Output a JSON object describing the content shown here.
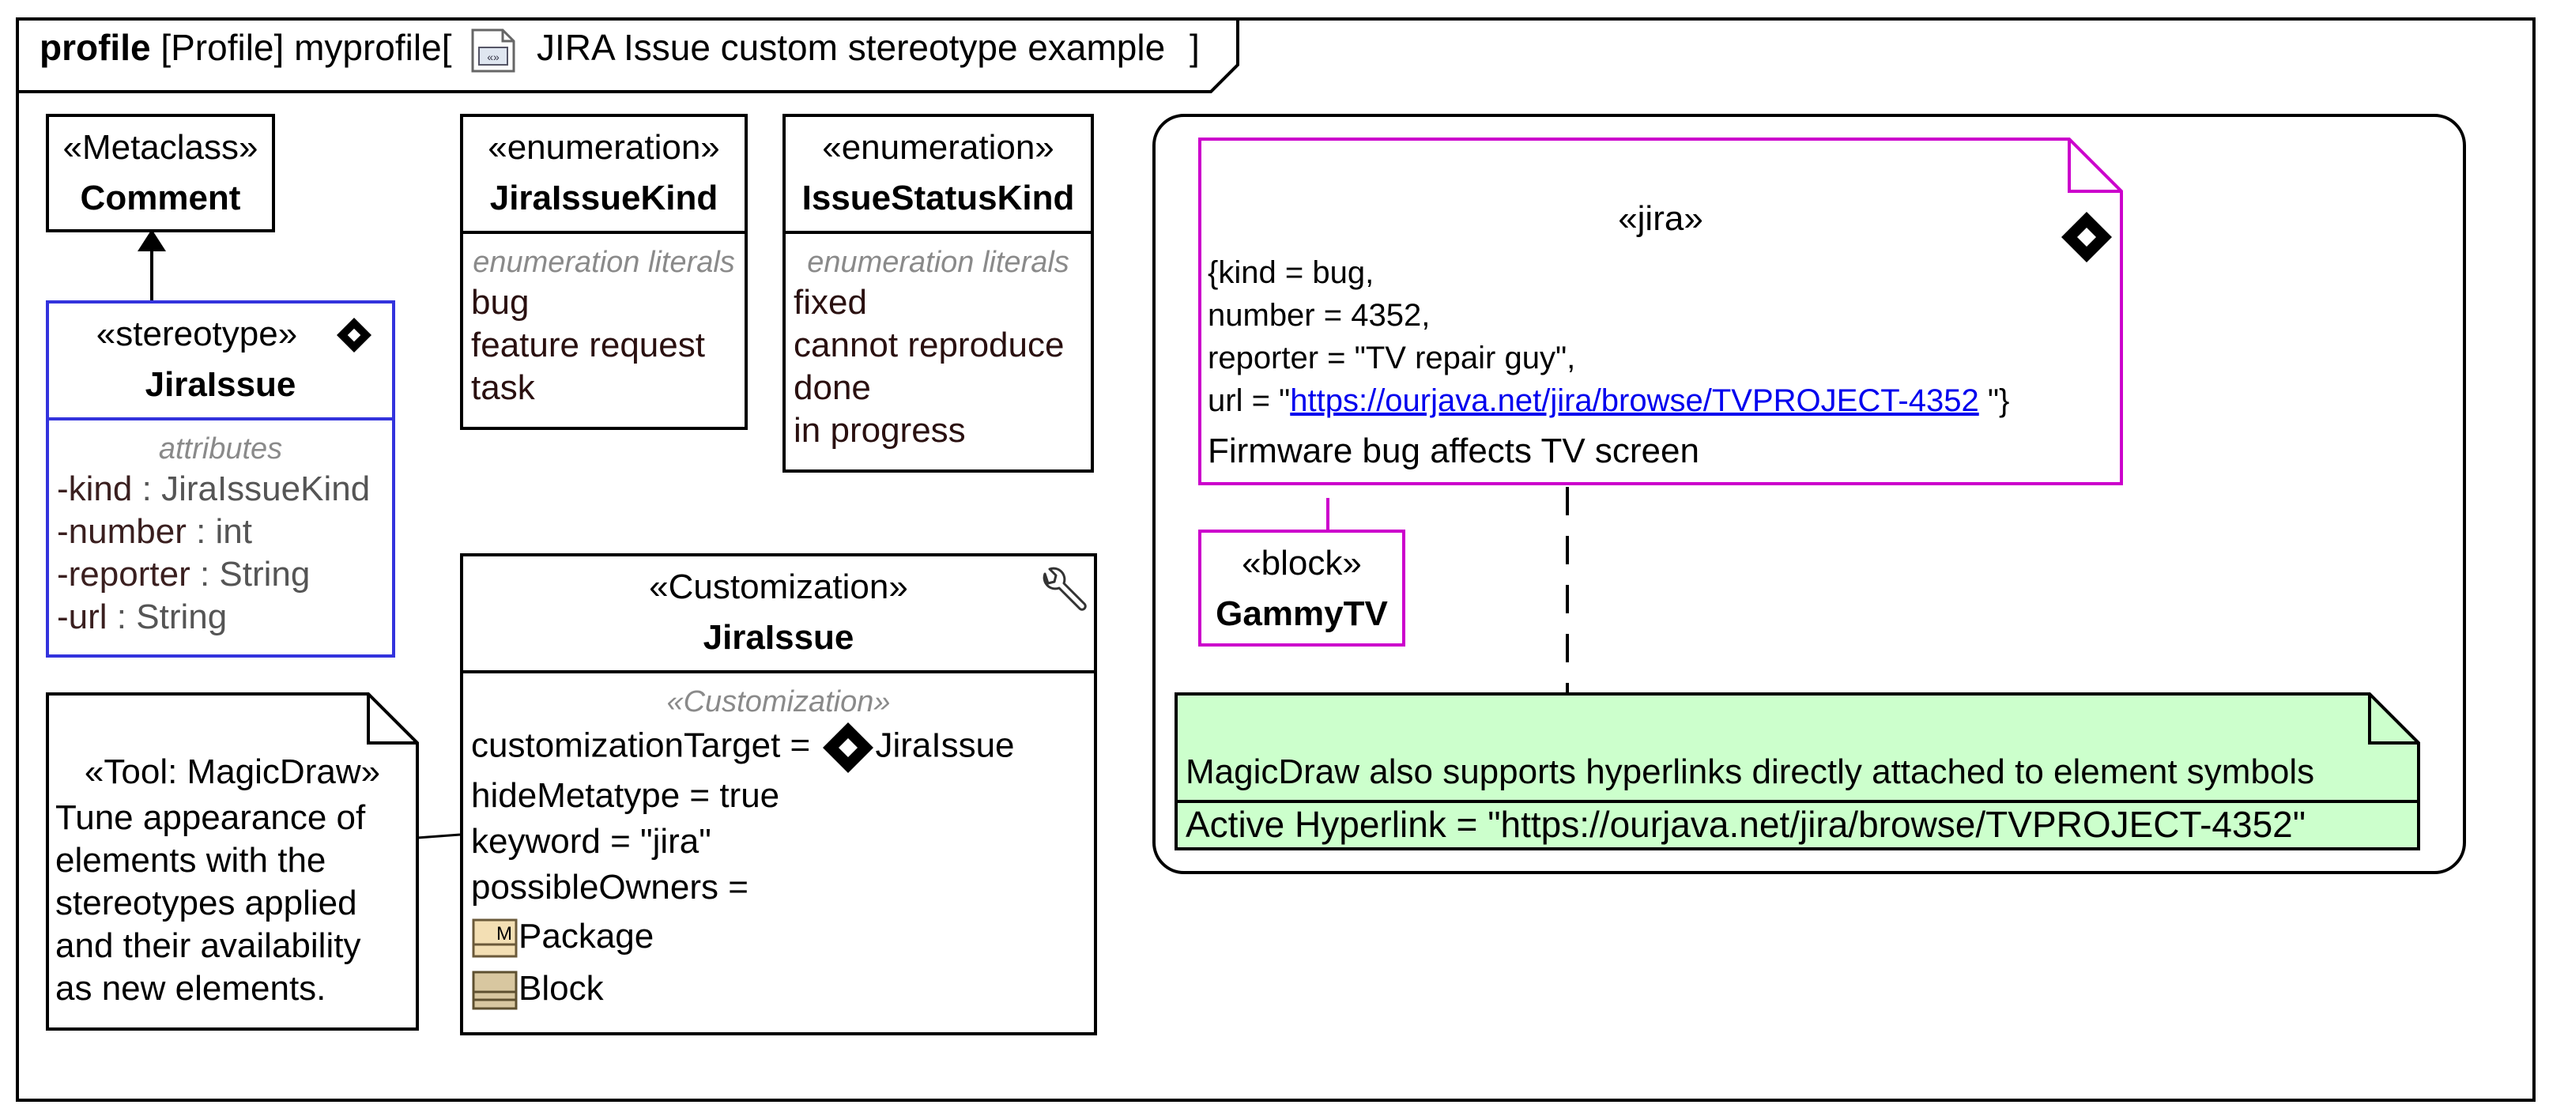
{
  "frame": {
    "kind": "profile",
    "type_tag": "[Profile]",
    "name": "myprofile",
    "open_bracket": "[",
    "diagram_name": "JIRA Issue custom stereotype example",
    "close_bracket": "]"
  },
  "metaclass": {
    "stereotype": "«Metaclass»",
    "name": "Comment"
  },
  "stereotype_box": {
    "stereotype": "«stereotype»",
    "name": "JiraIssue",
    "section_label": "attributes",
    "attributes": [
      {
        "name": "-kind",
        "sep": " : ",
        "type": "JiraIssueKind"
      },
      {
        "name": "-number",
        "sep": " : ",
        "type": "int"
      },
      {
        "name": "-reporter",
        "sep": " : ",
        "type": "String"
      },
      {
        "name": "-url",
        "sep": " : ",
        "type": "String"
      }
    ]
  },
  "enum_issue_kind": {
    "stereotype": "«enumeration»",
    "name": "JiraIssueKind",
    "section_label": "enumeration literals",
    "literals": [
      "bug",
      "feature request",
      "task"
    ]
  },
  "enum_status_kind": {
    "stereotype": "«enumeration»",
    "name": "IssueStatusKind",
    "section_label": "enumeration literals",
    "literals": [
      "fixed",
      "cannot reproduce",
      "done",
      "in progress"
    ]
  },
  "customization": {
    "stereotype": "«Customization»",
    "name": "JiraIssue",
    "section_label": "«Customization»",
    "target_label": "customizationTarget =",
    "target_value": "JiraIssue",
    "hide_metatype": "hideMetatype = true",
    "keyword": "keyword = \"jira\"",
    "possible_owners_label": "possibleOwners =",
    "owners": [
      "Package",
      "Block"
    ],
    "package_icon_letter": "M"
  },
  "tool_note": {
    "stereotype": "«Tool: MagicDraw»",
    "lines": [
      "Tune appearance of",
      "elements with the",
      "stereotypes applied",
      "and their availability",
      "as new elements."
    ]
  },
  "jira_comment": {
    "stereotype": "«jira»",
    "tag_lines": [
      "{kind = bug,",
      "number = 4352,",
      "reporter = \"TV repair guy\","
    ],
    "url_prefix": "url = \"",
    "url": "https://ourjava.net/jira/browse/TVPROJECT-4352",
    "url_suffix": " \"}",
    "body": "Firmware bug affects TV screen"
  },
  "block": {
    "stereotype": "«block»",
    "name": "GammyTV"
  },
  "hyperlink_note": {
    "text": "MagicDraw also supports hyperlinks directly attached to element symbols",
    "active_hyperlink": "Active Hyperlink = \"https://ourjava.net/jira/browse/TVPROJECT-4352\""
  },
  "colors": {
    "stereotype_border": "#3333dd",
    "comment_border": "#cc00cc",
    "note_fill": "#ccffcc",
    "link": "#0000ee"
  }
}
